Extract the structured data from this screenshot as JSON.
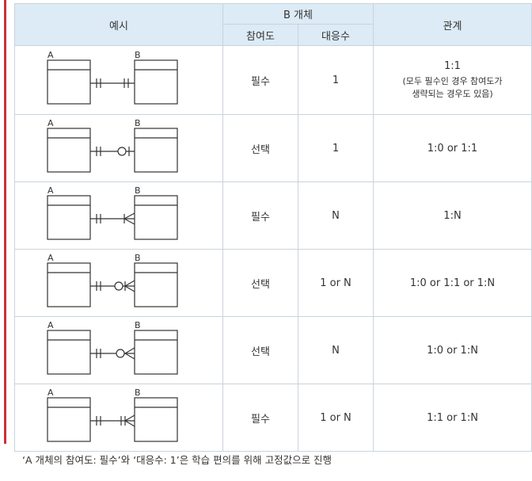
{
  "header": {
    "example": "예시",
    "b_entity": "B 개체",
    "participation": "참여도",
    "cardinality": "대응수",
    "relation": "관계"
  },
  "rows": [
    {
      "a_label": "A",
      "b_label": "B",
      "notation": "mandatory-one",
      "participation": "필수",
      "cardinality": "1",
      "relation": "1:1",
      "note_line1": "(모두 필수인 경우 참여도가",
      "note_line2": "생략되는 경우도 있음)"
    },
    {
      "a_label": "A",
      "b_label": "B",
      "notation": "optional-one",
      "participation": "선택",
      "cardinality": "1",
      "relation": "1:0 or 1:1"
    },
    {
      "a_label": "A",
      "b_label": "B",
      "notation": "mandatory-many",
      "participation": "필수",
      "cardinality": "N",
      "relation": "1:N"
    },
    {
      "a_label": "A",
      "b_label": "B",
      "notation": "optional-one-or-many",
      "participation": "선택",
      "cardinality": "1 or N",
      "relation": "1:0 or 1:1 or 1:N"
    },
    {
      "a_label": "A",
      "b_label": "B",
      "notation": "optional-many",
      "participation": "선택",
      "cardinality": "N",
      "relation": "1:0 or 1:N"
    },
    {
      "a_label": "A",
      "b_label": "B",
      "notation": "mandatory-one-or-many",
      "participation": "필수",
      "cardinality": "1 or N",
      "relation": "1:1 or 1:N"
    }
  ],
  "footer": "‘A 개체의 참여도: 필수’와 ‘대응수: 1’은 학습 편의를 위해 고정값으로 진행"
}
